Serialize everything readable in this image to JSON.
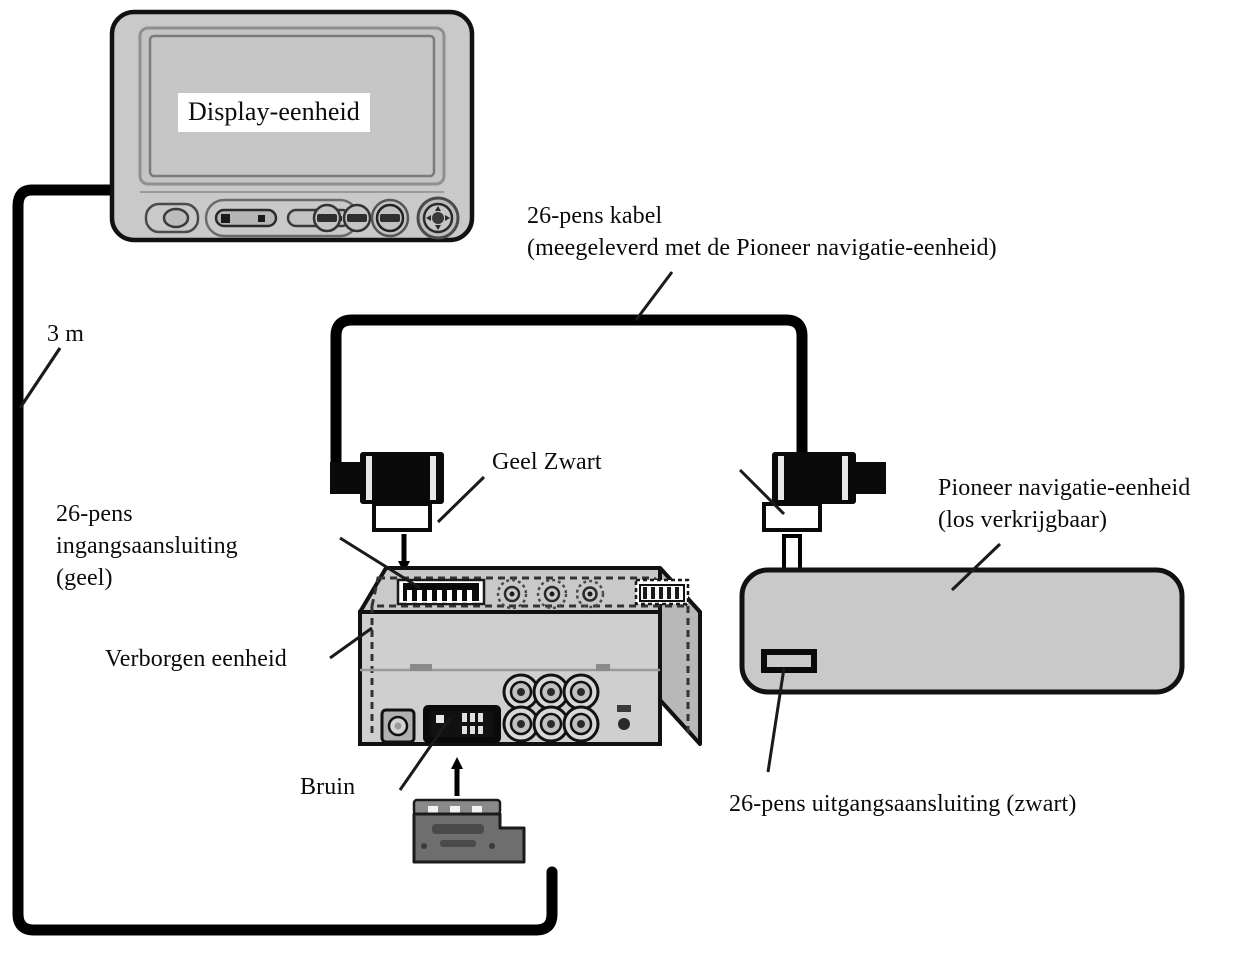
{
  "diagram": {
    "title": "Pioneer navigatie installatieschema",
    "language": "nl",
    "background_color": "#ffffff",
    "line_color": "#000000",
    "unit_fill": "#c8c8c8",
    "unit_fill_light": "#d2d2d2"
  },
  "labels": {
    "display_unit": "Display-eenheid",
    "cable_length": "3 m",
    "cable_26pin_line1": "26-pens kabel",
    "cable_26pin_line2": "(meegeleverd met de Pioneer navigatie-eenheid)",
    "geel_zwart": "Geel Zwart",
    "input_line1": "26-pens",
    "input_line2": "ingangsaansluiting",
    "input_line3": "(geel)",
    "hidden_unit": "Verborgen eenheid",
    "bruin": "Bruin",
    "nav_unit_line1": "Pioneer navigatie-eenheid",
    "nav_unit_line2": "(los verkrijgbaar)",
    "output_connector": "26-pens uitgangsaansluiting (zwart)"
  },
  "components": {
    "display_unit": {
      "name": "Display-eenheid",
      "buttons": [
        "eject",
        "slider-left",
        "slider-right",
        "btn-1",
        "btn-2",
        "btn-3",
        "joystick"
      ]
    },
    "hidden_unit": {
      "name": "Verborgen eenheid",
      "top_ports": [
        "26-pin-input-yellow",
        "vent-1",
        "vent-2",
        "vent-3",
        "white-connector"
      ],
      "front_ports": [
        "square-jack",
        "brown-connector",
        "rca-1",
        "rca-2",
        "rca-3",
        "rca-4",
        "rca-5",
        "rca-6",
        "reset-button"
      ]
    },
    "nav_unit": {
      "name": "Pioneer navigatie-eenheid",
      "port": "26-pin-output-black"
    }
  },
  "connections": [
    {
      "from": "display-eenheid",
      "to": "verborgen-eenheid",
      "label": "3 m",
      "plug": "Bruin"
    },
    {
      "from": "26-pens kabel",
      "to": "verborgen-eenheid",
      "plug": "Geel Zwart"
    },
    {
      "from": "26-pens kabel",
      "to": "Pioneer navigatie-eenheid",
      "plug": "zwart"
    }
  ]
}
